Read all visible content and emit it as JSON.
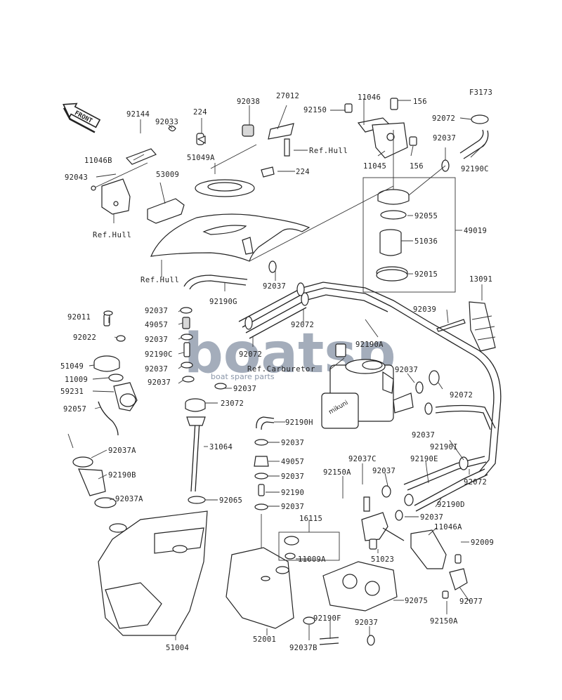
{
  "figure_code": "F3173",
  "front_label": "FRONT",
  "watermark": {
    "brand": "boatsp",
    "tagline": "boat spare parts"
  },
  "callouts": [
    "92144",
    "92033",
    "224",
    "92038",
    "27012",
    "11046",
    "92150",
    "156",
    "92072",
    "11046B",
    "51049A",
    "92037",
    "92190C",
    "92043",
    "53009",
    "224",
    "Ref.Hull",
    "11045",
    "156",
    "Ref.Hull",
    "92055",
    "49019",
    "51036",
    "92015",
    "Ref.Hull",
    "92037",
    "92190G",
    "13091",
    "92037",
    "92072",
    "92039",
    "49057",
    "92011",
    "92022",
    "92037",
    "92190A",
    "92190C",
    "92072",
    "51049",
    "92037",
    "Ref.Carburetor",
    "92037",
    "11009",
    "92037",
    "92037",
    "92072",
    "59231",
    "23072",
    "92057",
    "92190H",
    "92037",
    "92037A",
    "31064",
    "92037",
    "92190I",
    "49057",
    "92190E",
    "92150A",
    "92037C",
    "92037",
    "92190B",
    "92037",
    "92072",
    "92190",
    "92037A",
    "92065",
    "92037",
    "92190D",
    "16115",
    "92037",
    "11046A",
    "11009A",
    "92009",
    "51023",
    "92075",
    "92077",
    "92190F",
    "92037",
    "51004",
    "52001",
    "92037B",
    "92150A"
  ]
}
